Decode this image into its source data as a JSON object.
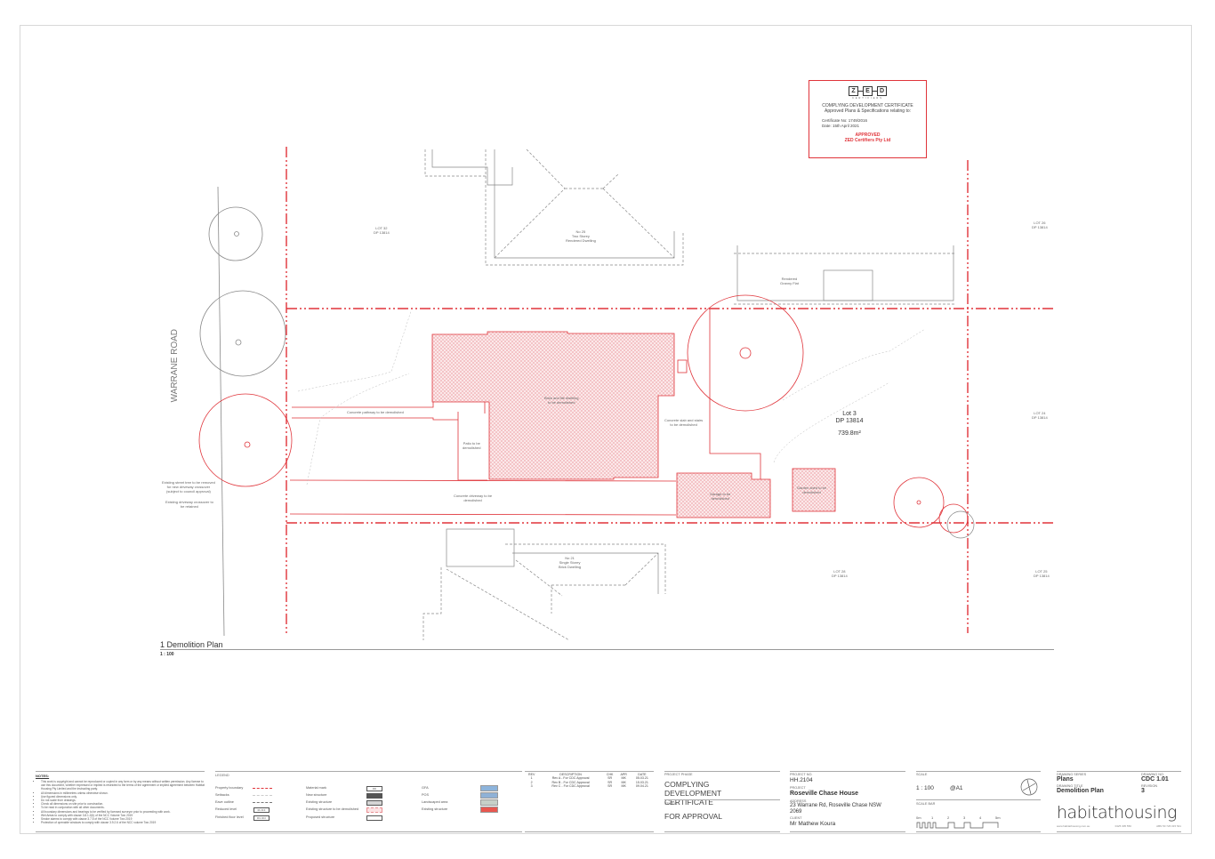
{
  "certificate": {
    "logo_letters": [
      "Z",
      "E",
      "D"
    ],
    "logo_sub": "CERTIFIERS",
    "heading": "COMPLYING DEVELOPMENT CERTIFICATE",
    "subheading": "Approved Plans & Specifications relating to:",
    "certificate_no": "Certificate No: 1749/2016",
    "date": "Date: 15th April 2021",
    "status": "APPROVED",
    "certifier": "ZED Certifiers Pty Ltd",
    "accent_color": "#e0343a"
  },
  "plan": {
    "road_name": "WARRANE ROAD",
    "lot": {
      "name": "Lot 3",
      "dp": "DP 13814",
      "area": "739.8m²"
    },
    "neighbours": [
      {
        "label": "LOT 32",
        "dp": "DP 13814"
      },
      {
        "label": "LOT 26",
        "dp": "DP 13814"
      },
      {
        "label": "LOT 24",
        "dp": "DP 13814"
      },
      {
        "label": "LOT 28",
        "dp": "DP 13814"
      },
      {
        "label": "LOT 25",
        "dp": "DP 13814"
      }
    ],
    "buildings": {
      "north_dwelling": [
        "No 25",
        "Two Storey",
        "Rendered Dwelling"
      ],
      "south_dwelling": [
        "No 21",
        "Single Storey",
        "Brick Dwelling"
      ],
      "granny_flat": [
        "Rendered",
        "Granny Flat"
      ]
    },
    "annotations": {
      "main_house": [
        "Brick and tile dwelling",
        "to be demolished"
      ],
      "pathway": "Concrete pathway to be demolished",
      "patio": [
        "Patio to be",
        "demolished"
      ],
      "driveway": [
        "Concrete driveway to be",
        "demolished"
      ],
      "slab": [
        "Concrete slab and stairs",
        "to be demolished"
      ],
      "garage": [
        "Garage to be",
        "demolished"
      ],
      "shed": [
        "Garden shed to be",
        "demolished"
      ],
      "street_tree": [
        "Existing street tree to be removed",
        "for new driveway crossover",
        "(subject to council approval)"
      ],
      "crossover": [
        "Existing driveway crossover to",
        "be retained"
      ]
    },
    "view_title": "1  Demolition Plan",
    "view_scale": "1 : 100",
    "boundary_color": "#e0343a",
    "demolish_fill": "#f4c6c8"
  },
  "titleblock": {
    "notes": {
      "heading": "NOTES:",
      "items": [
        "This work is copyright and cannot be reproduced or copied in any form or by any means without written permission. Any license to use this document, whether expressed or implied is restricted to the terms of the agreement or implied agreement between Habitat Housing Pty Limited and the instructing party.",
        "All dimensions in millimetres unless otherwise shown.",
        "Use figured dimensions only.",
        "Do not scale from drawings.",
        "Check all dimensions on site prior to construction.",
        "To be read in conjunction with all other documents.",
        "All boundary dimensions and bearings to be verified by licensed surveyor prior to proceeding with work.",
        "Wet Areas to comply with clause 3.8.1.2(b) of the NCC Volume Two 2019",
        "Smoke alarms to comply with clause 3.7.5 of the NCC Volume Two 2019",
        "Protection of openable windows to comply with clause 3.9.2.6 of the NCC volume Two 2019"
      ]
    },
    "legend": {
      "heading": "LEGEND",
      "col1": [
        {
          "label": "Property boundary",
          "swatch": "line-red"
        },
        {
          "label": "Setbacks",
          "swatch": "line-grey-dash"
        },
        {
          "label": "Eave outline",
          "swatch": "line-dash"
        },
        {
          "label": "Reduced level",
          "swatch": "RL 00.0"
        },
        {
          "label": "Finished floor level",
          "swatch": "FFL 00.0"
        }
      ],
      "col2": [
        {
          "label": "Material mark",
          "swatch": "000"
        },
        {
          "label": "New structure",
          "swatch": "#555555"
        },
        {
          "label": "Existing structure",
          "swatch": "#d5d5d5"
        },
        {
          "label": "Existing structure to be demolished",
          "swatch": "#fbe3e4"
        },
        {
          "label": "Proposed structure",
          "swatch": "#ffffff"
        }
      ],
      "col3": [
        {
          "label": "GFA",
          "swatch": "#8db4dc"
        },
        {
          "label": "POS",
          "swatch": "#8fb1d6"
        },
        {
          "label": "Landscaped area",
          "swatch": "#c6d0c8"
        },
        {
          "label": "Existing structure",
          "swatch": "#e8574f"
        }
      ]
    },
    "revisions": {
      "headers": [
        "REV",
        "DESCRIPTION",
        "CHK",
        "APR",
        "DATE"
      ],
      "rows": [
        [
          "1",
          "Rev A - For CDC Approval",
          "SR",
          "MK",
          "05.03.21"
        ],
        [
          "2",
          "Rev B - For CDC Approval",
          "SR",
          "MK",
          "15.03.21"
        ],
        [
          "3",
          "Rev C - For CDC Approval",
          "SR",
          "MK",
          "09.04.21"
        ]
      ]
    },
    "project_phase": {
      "label": "PROJECT PHASE",
      "value": "COMPLYING DEVELOPMENT CERTIFICATE"
    },
    "status": {
      "label": "STATUS",
      "value": "FOR APPROVAL"
    },
    "project_no": {
      "label": "PROJECT NO.",
      "value": "HH.2104"
    },
    "project": {
      "label": "PROJECT",
      "value": "Roseville Chase House"
    },
    "address": {
      "label": "ADDRESS",
      "value": "23 Warrane Rd, Roseville Chase NSW 2069"
    },
    "client": {
      "label": "CLIENT",
      "value": "Mr Mathew Koura"
    },
    "scale": {
      "label": "SCALE",
      "value": "1 : 100",
      "sheet": "@A1"
    },
    "scale_bar": {
      "label": "SCALE BAR",
      "ticks": [
        "0m",
        "1",
        "2",
        "3",
        "4",
        "5m"
      ]
    },
    "drawing_series": {
      "label": "DRAWING SERIES",
      "value": "Plans"
    },
    "drawing_no": {
      "label": "DRAWING NO.",
      "value": "CDC 1.01"
    },
    "drawing_title": {
      "label": "DRAWING TITLE",
      "value": "Demolition Plan"
    },
    "revision": {
      "label": "REVISION",
      "value": "3"
    },
    "brand": "habitathousing",
    "brand_footer": {
      "web": "www.habitathousing.com.au",
      "phone": "0425 305 550",
      "abn": "ABN 50 726 015 541"
    }
  }
}
